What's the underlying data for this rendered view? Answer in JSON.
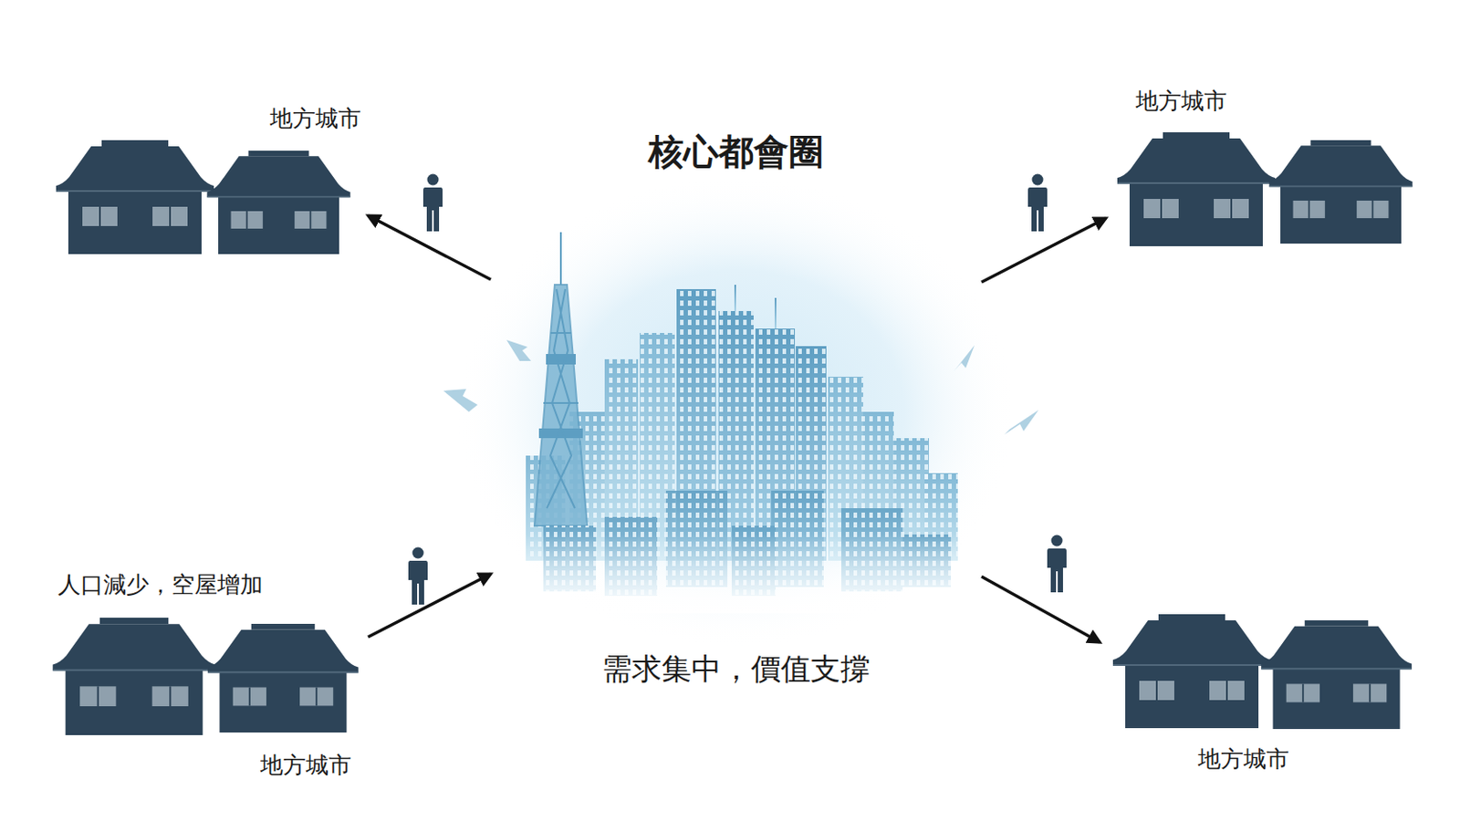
{
  "diagram": {
    "nodes": [
      {
        "text": [
          "地方城市"
        ]
      },
      {
        "text": [
          "核心都會圈",
          "需求集中，價值支撐"
        ]
      },
      {
        "text": [
          "地方城市"
        ]
      },
      {
        "text": [
          "人口減少，空屋增加",
          "地方城市"
        ]
      },
      {
        "text": [
          "地方城市"
        ]
      }
    ],
    "edges": [
      {
        "from": 1,
        "to": 0,
        "arrow": "to"
      },
      {
        "from": 1,
        "to": 2,
        "arrow": "to"
      },
      {
        "from": 3,
        "to": 1,
        "arrow": "to"
      },
      {
        "from": 1,
        "to": 4,
        "arrow": "to"
      }
    ]
  }
}
